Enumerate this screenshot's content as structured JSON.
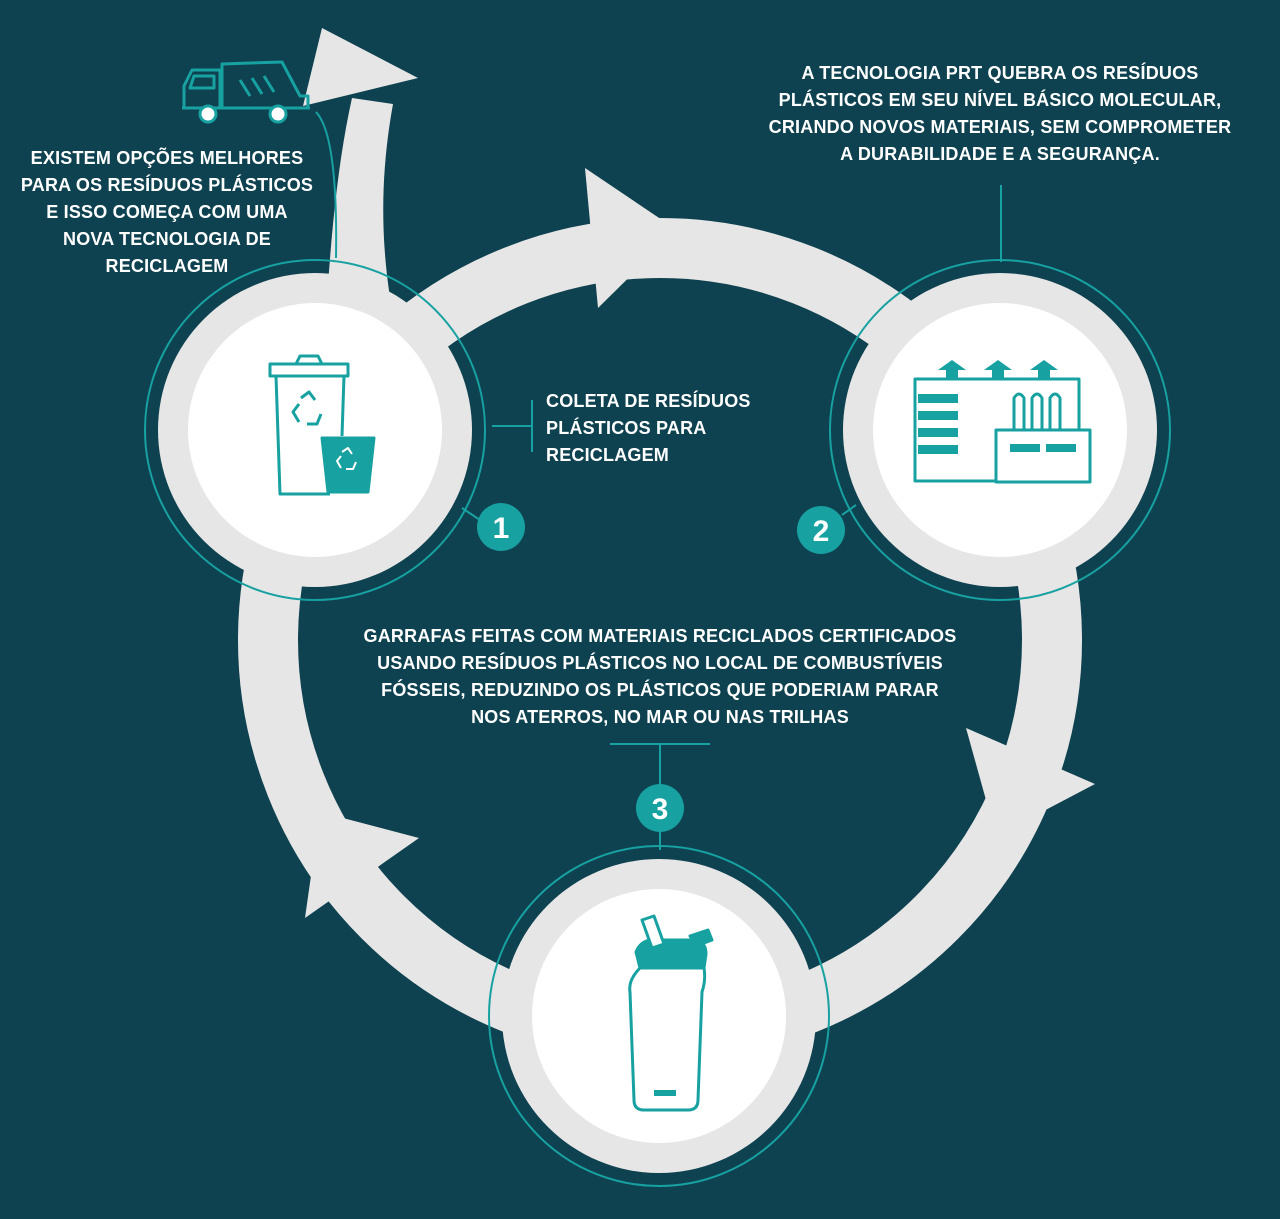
{
  "colors": {
    "background": "#0f4250",
    "ring": "#e6e6e6",
    "circle_fill": "#ffffff",
    "accent": "#17a1a1"
  },
  "intro": {
    "text": "EXISTEM OPÇÕES MELHORES\nPARA OS RESÍDUOS PLÁSTICOS\nE ISSO COMEÇA COM UMA\nNOVA TECNOLOGIA DE\nRECICLAGEM",
    "icon": "garbage-truck-icon"
  },
  "steps": [
    {
      "number": "1",
      "text": "COLETA DE RESÍDUOS\nPLÁSTICOS PARA\nRECICLAGEM",
      "icon": "recycling-bins-icon"
    },
    {
      "number": "2",
      "text": "A TECNOLOGIA PRT QUEBRA OS RESÍDUOS\nPLÁSTICOS EM SEU NÍVEL BÁSICO MOLECULAR,\nCRIANDO NOVOS MATERIAIS, SEM COMPROMETER\nA DURABILIDADE E A SEGURANÇA.",
      "icon": "factory-icon"
    },
    {
      "number": "3",
      "text": "GARRAFAS FEITAS COM MATERIAIS RECICLADOS CERTIFICADOS\nUSANDO RESÍDUOS PLÁSTICOS NO LOCAL DE COMBUSTÍVEIS\nFÓSSEIS, REDUZINDO OS PLÁSTICOS QUE PODERIAM PARAR\nNOS ATERROS, NO MAR OU NAS TRILHAS",
      "icon": "water-bottle-icon"
    }
  ]
}
